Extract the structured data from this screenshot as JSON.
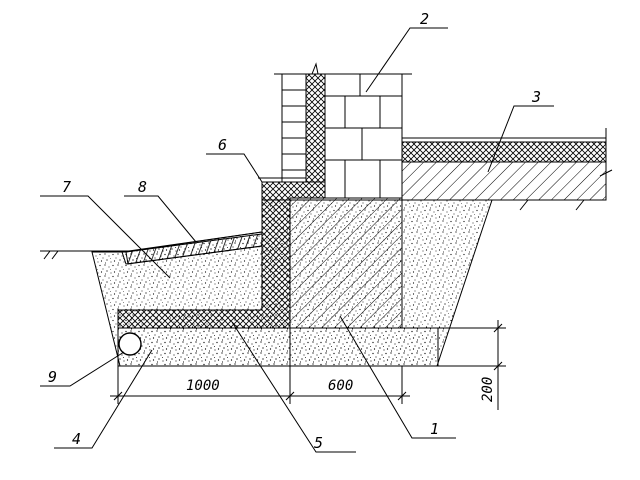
{
  "callouts": [
    "1",
    "2",
    "3",
    "4",
    "5",
    "6",
    "7",
    "8",
    "9"
  ],
  "dimensions": {
    "width_left": "1000",
    "width_right": "600",
    "height": "200"
  }
}
